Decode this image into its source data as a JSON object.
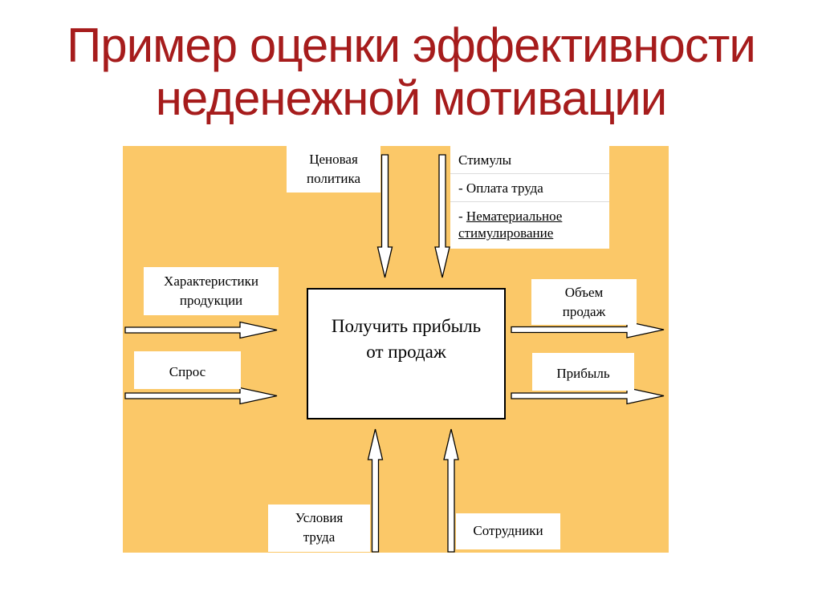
{
  "title": {
    "line1": "Пример оценки эффективности",
    "line2": "неденежной мотивации"
  },
  "diagram": {
    "center_box": {
      "line1": "Получить прибыль",
      "line2": "от продаж"
    },
    "pricing_policy": {
      "line1": "Ценовая",
      "line2": "политика"
    },
    "incentives": {
      "heading": "Стимулы",
      "item_pay": "- Оплата труда",
      "item_nonmaterial_prefix": "- ",
      "item_nonmaterial_underlined": "Нематериальное стимулирование"
    },
    "product_characteristics": {
      "line1": "Характеристики",
      "line2": "продукции"
    },
    "demand": {
      "label": "Спрос"
    },
    "sales_volume": {
      "line1": "Объем",
      "line2": "продаж"
    },
    "profit": {
      "label": "Прибыль"
    },
    "working_conditions": {
      "line1": "Условия",
      "line2": "труда"
    },
    "employees": {
      "label": "Сотрудники"
    }
  },
  "colors": {
    "title_text": "#A61C1C",
    "diagram_background": "#FBC868",
    "label_box_background": "#FFFFFF",
    "diagram_text": "#000000",
    "arrow_fill": "#FFFFFF",
    "arrow_stroke": "#000000"
  }
}
